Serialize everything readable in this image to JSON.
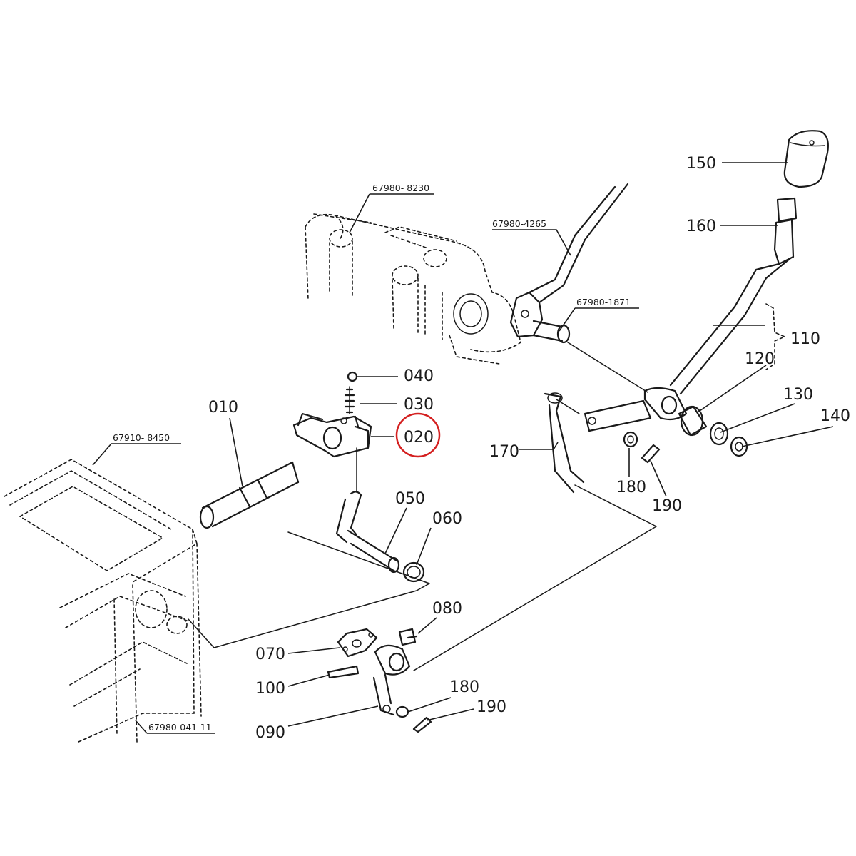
{
  "diagram": {
    "highlight_color": "#d42020",
    "highlighted_part": "020",
    "part_labels": [
      "010",
      "020",
      "030",
      "040",
      "050",
      "060",
      "070",
      "080",
      "090",
      "100",
      "110",
      "120",
      "130",
      "140",
      "150",
      "160",
      "170",
      "180",
      "190",
      "180",
      "190"
    ],
    "reference_labels": [
      "67980- 8230",
      "67980-4265",
      "67980-1871",
      "67910- 8450",
      "67980-041-11"
    ]
  }
}
